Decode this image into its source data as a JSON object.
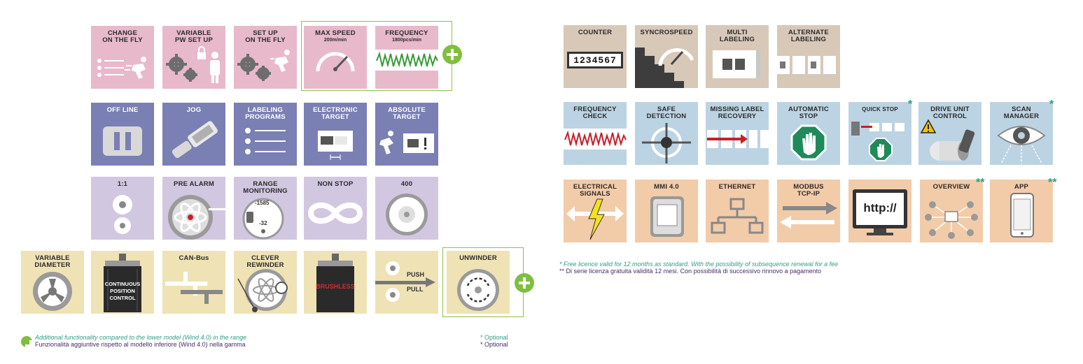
{
  "left_panel": {
    "row1": [
      {
        "title": "CHANGE\nON THE FLY",
        "icon": "list-runner-icon"
      },
      {
        "title": "VARIABLE\nPW SET UP",
        "icon": "gears-lock-person-icon"
      },
      {
        "title": "SET UP\nON THE FLY",
        "icon": "gears-runner-icon"
      },
      {
        "title": "MAX SPEED",
        "subtitle": "200m/min",
        "icon": "speedometer-icon"
      },
      {
        "title": "FREQUENCY",
        "subtitle": "1800pcs/min",
        "icon": "waveform-icon"
      }
    ],
    "row2": [
      {
        "title": "OFF LINE",
        "icon": "pause-icon"
      },
      {
        "title": "JOG",
        "icon": "jog-pieces-icon"
      },
      {
        "title": "LABELING\nPROGRAMS",
        "icon": "bullet-list-icon"
      },
      {
        "title": "ELECTRONIC\nTARGET",
        "icon": "label-target-icon"
      },
      {
        "title": "ABSOLUTE\nTARGET",
        "icon": "runner-label-icon"
      }
    ],
    "row3": [
      {
        "title": "1:1",
        "icon": "one-to-one-icon"
      },
      {
        "title": "PRE ALARM",
        "icon": "pre-alarm-reel-icon"
      },
      {
        "title": "RANGE\nMONITORING",
        "icon": "range-monitoring-icon",
        "reading_top": "-1585",
        "reading_bottom": "-32"
      },
      {
        "title": "NON STOP",
        "icon": "infinity-icon"
      },
      {
        "title": "400",
        "icon": "reel-icon"
      }
    ],
    "row4": [
      {
        "title": "VARIABLE\nDIAMETER",
        "icon": "variable-diameter-icon"
      },
      {
        "title": "",
        "icon": "motor-icon",
        "caption": "CONTINUOUS\nPOSITION\nCONTROL"
      },
      {
        "title": "CAN-Bus",
        "icon": "canbus-icon"
      },
      {
        "title": "CLEVER\nREWINDER",
        "icon": "rewinder-icon"
      },
      {
        "title": "",
        "icon": "brushless-motor-icon",
        "caption": "BRUSHLESS"
      },
      {
        "title": "",
        "icon": "push-pull-icon",
        "push": "PUSH",
        "pull": "PULL"
      },
      {
        "title": "UNWINDER",
        "icon": "unwinder-icon"
      }
    ],
    "legend": {
      "line1": "Additional functionality compared to the lower model (Wind 4.0) in the range",
      "line2": "Funzionalità aggiuntive rispetto al modello inferiore (Wind 4.0) nella gamma",
      "opt1": "* Optional",
      "opt2": "* Optional"
    }
  },
  "right_panel": {
    "row1": [
      {
        "title": "COUNTER",
        "icon": "counter-icon",
        "digits": "1234567"
      },
      {
        "title": "SYNCROSPEED",
        "icon": "stairs-gauge-icon"
      },
      {
        "title": "MULTI\nLABELING",
        "icon": "multi-labeling-icon"
      },
      {
        "title": "ALTERNATE\nLABELING",
        "icon": "alternate-labeling-icon"
      }
    ],
    "row2": [
      {
        "title": "FREQUENCY\nCHECK",
        "icon": "frequency-check-icon"
      },
      {
        "title": "SAFE\nDETECTION",
        "icon": "crosshair-icon"
      },
      {
        "title": "MISSING LABEL\nRECOVERY",
        "icon": "missing-label-icon"
      },
      {
        "title": "AUTOMATIC\nSTOP",
        "icon": "stop-hand-icon"
      },
      {
        "title": "QUICK STOP",
        "icon": "quick-stop-icon",
        "mark": "*"
      },
      {
        "title": "DRIVE UNIT\nCONTROL",
        "icon": "drive-unit-icon"
      },
      {
        "title": "SCAN\nMANAGER",
        "icon": "scan-eye-icon",
        "mark": "*"
      }
    ],
    "row3": [
      {
        "title": "ELECTRICAL\nSIGNALS",
        "icon": "electrical-signals-icon"
      },
      {
        "title": "MMI 4.0",
        "icon": "hmi-panel-icon"
      },
      {
        "title": "ETHERNET",
        "icon": "ethernet-network-icon"
      },
      {
        "title": "MODBUS\nTCP-IP",
        "icon": "modbus-arrows-icon"
      },
      {
        "title": "",
        "icon": "monitor-icon",
        "screen_text": "http://"
      },
      {
        "title": "OVERVIEW",
        "icon": "overview-network-icon",
        "mark": "**"
      },
      {
        "title": "APP",
        "icon": "smartphone-icon",
        "mark": "**"
      }
    ],
    "legend": {
      "line1": "* Free licence valid for 12 months as standard. With the possibility of subsequence renewal for a fee",
      "line2": "** Di serie licenza gratuita validità 12 mesi. Con possibilità di successivo rinnovo a pagamento"
    }
  },
  "colors": {
    "pink": "#e8b9cb",
    "blue": "#7a7fb4",
    "lavender": "#d2c7e1",
    "cream": "#efe2b5",
    "tan": "#d7c8b8",
    "light_blue": "#bcd3e3",
    "peach": "#f2cba9",
    "highlight_green": "#7fbf3f",
    "teal": "#2e9e86",
    "purple": "#4a2b6a"
  }
}
